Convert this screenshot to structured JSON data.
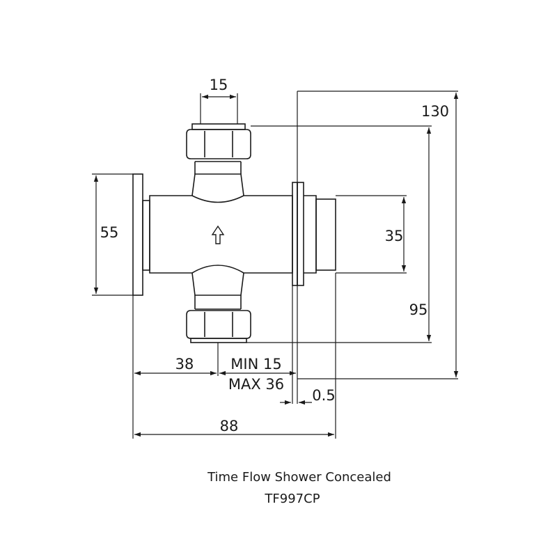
{
  "dimensions": {
    "inlet_width": "15",
    "overall_height": "130",
    "flange_height": "55",
    "outlet_height": "35",
    "union_span": "95",
    "body_left": "38",
    "min_depth": "MIN 15",
    "max_depth": "MAX 36",
    "wall_plate": "0.5",
    "overall_width": "88"
  },
  "caption": {
    "title": "Time Flow Shower Concealed",
    "model": "TF997CP"
  }
}
